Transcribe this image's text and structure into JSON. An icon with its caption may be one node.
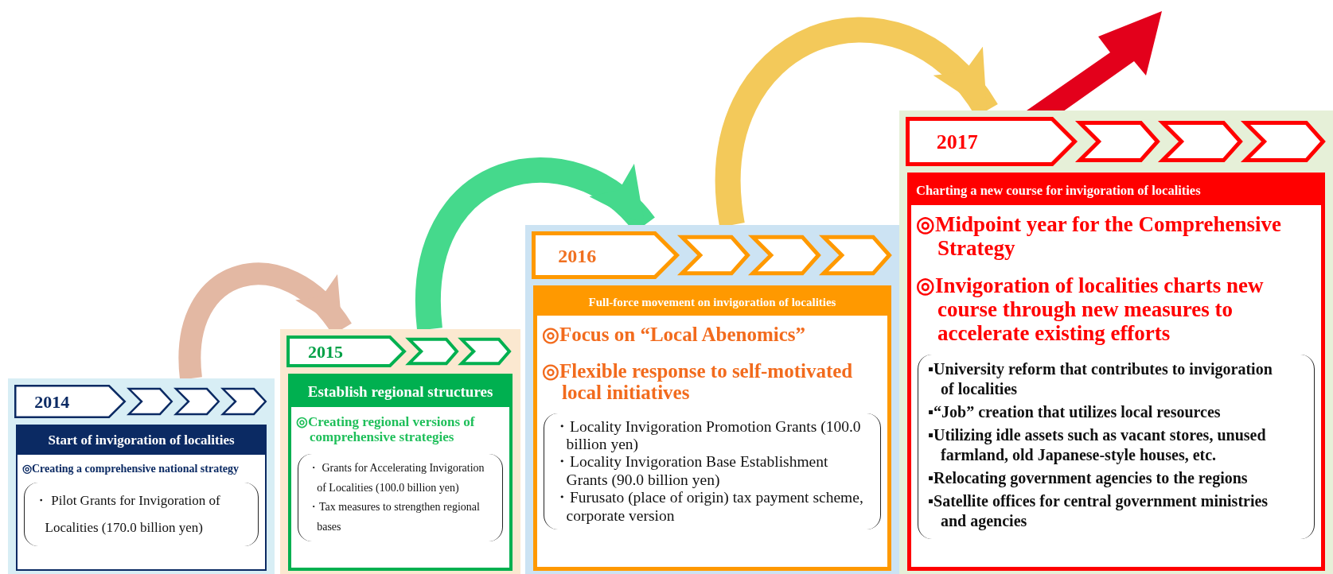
{
  "diagram": {
    "nodes": [
      {
        "text": [
          "2014"
        ]
      },
      {
        "text": [
          "Start of invigoration of localities",
          "◎Creating a comprehensive national strategy"
        ],
        "in": 0
      },
      {
        "text": [
          "・ Pilot Grants for Invigoration of Localities (170.0 billion yen)"
        ],
        "in": 1
      },
      {
        "text": [
          "2015"
        ]
      },
      {
        "text": [
          "Establish regional structures",
          "◎Creating regional versions of comprehensive strategies"
        ],
        "in": 3
      },
      {
        "text": [
          "・ Grants for Accelerating Invigoration of Localities (100.0 billion yen)",
          "・Tax measures to strengthen regional bases"
        ],
        "in": 4
      },
      {
        "text": [
          "2016"
        ]
      },
      {
        "text": [
          "Full-force movement on invigoration of localities",
          "◎Focus on “Local Abenomics”",
          "◎Flexible response to self-motivated local initiatives"
        ],
        "in": 6
      },
      {
        "text": [
          "・Locality Invigoration Promotion Grants (100.0 billion yen)",
          "・Locality Invigoration Base Establishment Grants (90.0 billion yen)",
          "・Furusato (place of origin) tax payment scheme, corporate version"
        ],
        "in": 7
      },
      {
        "text": [
          "2017"
        ]
      },
      {
        "text": [
          "Charting a new course for invigoration of localities",
          "◎Midpoint year for the Comprehensive Strategy",
          "◎Invigoration of localities charts new course through new measures to accelerate existing efforts"
        ],
        "in": 9
      },
      {
        "text": [
          "▪University reform that contributes to invigoration of localities",
          "▪“Job” creation that utilizes local resources",
          "▪Utilizing idle assets such as vacant stores, unused farmland, old Japanese-style houses, etc.",
          "▪Relocating government agencies to the regions",
          "▪Satellite offices for central government ministries and agencies"
        ],
        "in": 10
      }
    ],
    "edges": [
      {
        "from": 0,
        "to": 3,
        "arrow": "to",
        "color": "#e3b8a3"
      },
      {
        "from": 3,
        "to": 6,
        "arrow": "to",
        "color": "#45d98c"
      },
      {
        "from": 6,
        "to": 9,
        "arrow": "to",
        "color": "#f3c95a"
      }
    ]
  }
}
